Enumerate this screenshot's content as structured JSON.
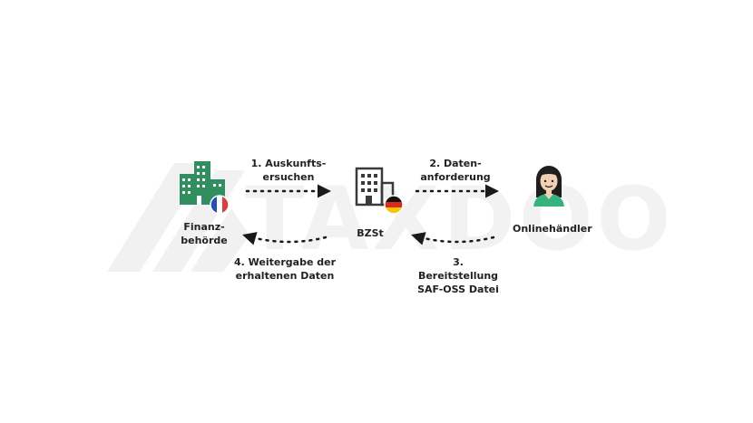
{
  "colors": {
    "building_green": "#2f8f5e",
    "building_dark": "#3a3a3a",
    "person_green": "#35b37e",
    "hair": "#1e1e1e",
    "skin": "#f3cfb3",
    "watermark": "#f1f1f1",
    "arrow": "#1a1a1a"
  },
  "watermark": {
    "text": "TAXDOO"
  },
  "nodes": {
    "finanzbehoerde": {
      "line1": "Finanz-",
      "line2": "behörde",
      "icon": "green-building-icon",
      "flag": "france-flag-icon"
    },
    "bzst": {
      "line1": "BZSt",
      "icon": "gray-building-icon",
      "flag": "germany-flag-icon"
    },
    "onlinehaendler": {
      "line1": "Onlinehändler",
      "icon": "person-icon"
    }
  },
  "steps": {
    "step1": {
      "line1": "1. Auskunfts-",
      "line2": "ersuchen"
    },
    "step2": {
      "line1": "2. Daten-",
      "line2": "anforderung"
    },
    "step3": {
      "line1": "3.",
      "line2": "Bereitstellung",
      "line3": "SAF-OSS Datei"
    },
    "step4": {
      "line1": "4. Weitergabe der",
      "line2": "erhaltenen Daten"
    }
  }
}
